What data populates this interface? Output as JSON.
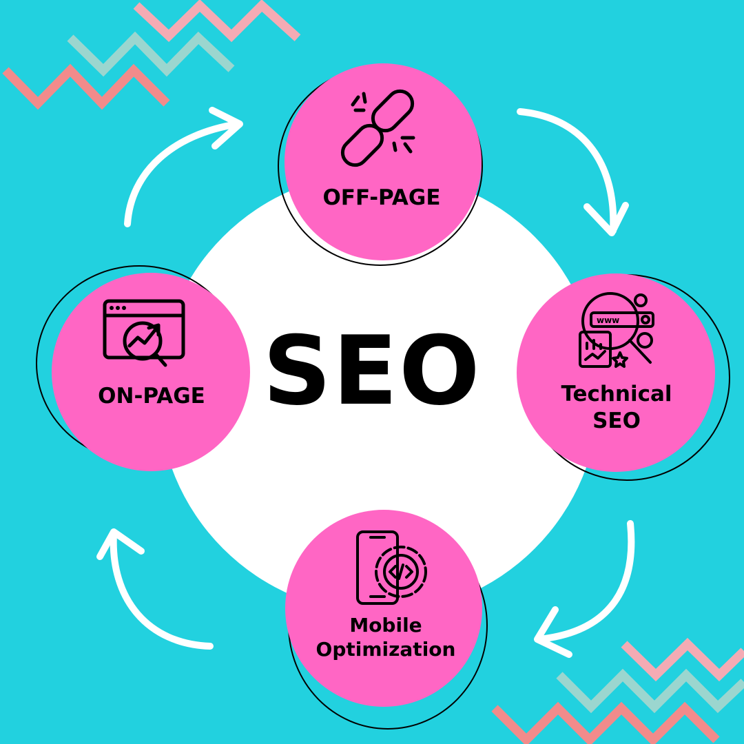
{
  "center": {
    "title": "SEO"
  },
  "nodes": {
    "off_page": {
      "label": "OFF-PAGE",
      "icon": "broken-chain-link-icon"
    },
    "technical": {
      "label_line1": "Technical",
      "label_line2": "SEO",
      "icon": "seo-analysis-dashboard-icon"
    },
    "mobile": {
      "label_line1": "Mobile",
      "label_line2": "Optimization",
      "icon": "mobile-code-gear-icon"
    },
    "on_page": {
      "label": "ON-PAGE",
      "icon": "browser-analytics-magnifier-icon"
    }
  },
  "colors": {
    "background": "#22D1DF",
    "center_disc": "#FFFFFF",
    "node_fill": "#FF66C4",
    "zigzag_pink": "#F28B8B",
    "zigzag_light_pink": "#F4ABB4",
    "zigzag_mint": "#9BD6CF",
    "arrow": "#FFFFFF"
  }
}
